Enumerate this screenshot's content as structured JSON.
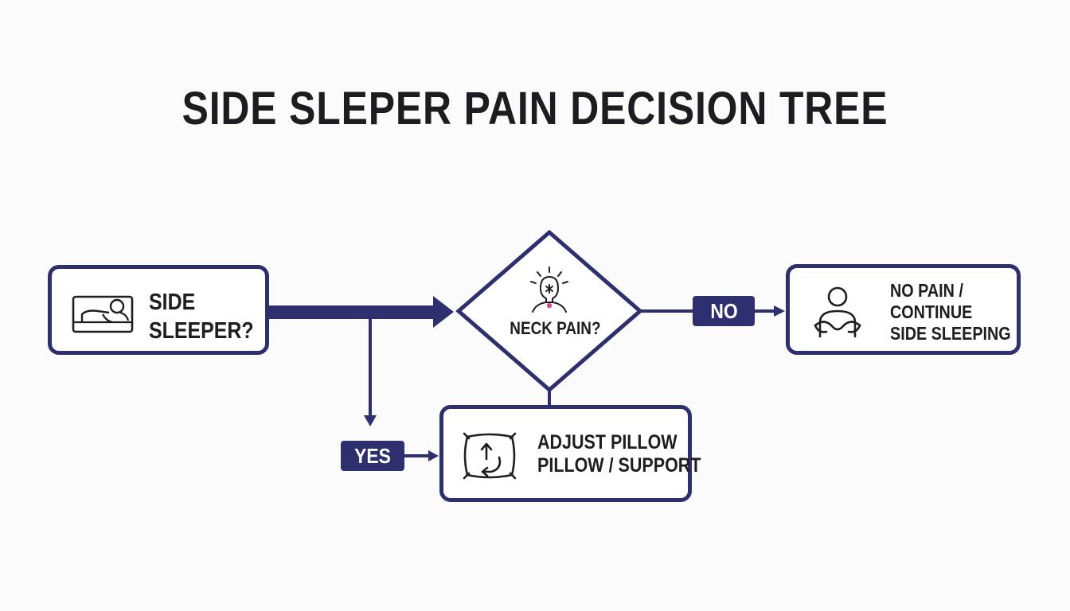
{
  "title": "SIDE SLEPER PAIN DECISION TREE",
  "nodes": {
    "start": {
      "line1": "SIDE",
      "line2": "SLEEPER?",
      "icon": "side-sleeper-icon"
    },
    "decision": {
      "label": "NECK PAIN?",
      "icon": "neck-pain-icon"
    },
    "no_outcome": {
      "line1": "NO PAIN /",
      "line2": "CONTINUE",
      "line3": "SIDE SLEEPING",
      "icon": "person-icon"
    },
    "yes_outcome": {
      "line1": "ADJUST PILLOW",
      "line2": "PILLOW / SUPPORT",
      "icon": "pillow-adjust-icon"
    }
  },
  "edges": {
    "no_label": "NO",
    "yes_label": "YES"
  },
  "colors": {
    "primary": "#2e2f6e",
    "text": "#1d1d22",
    "pain_accent": "#d94b8c"
  }
}
